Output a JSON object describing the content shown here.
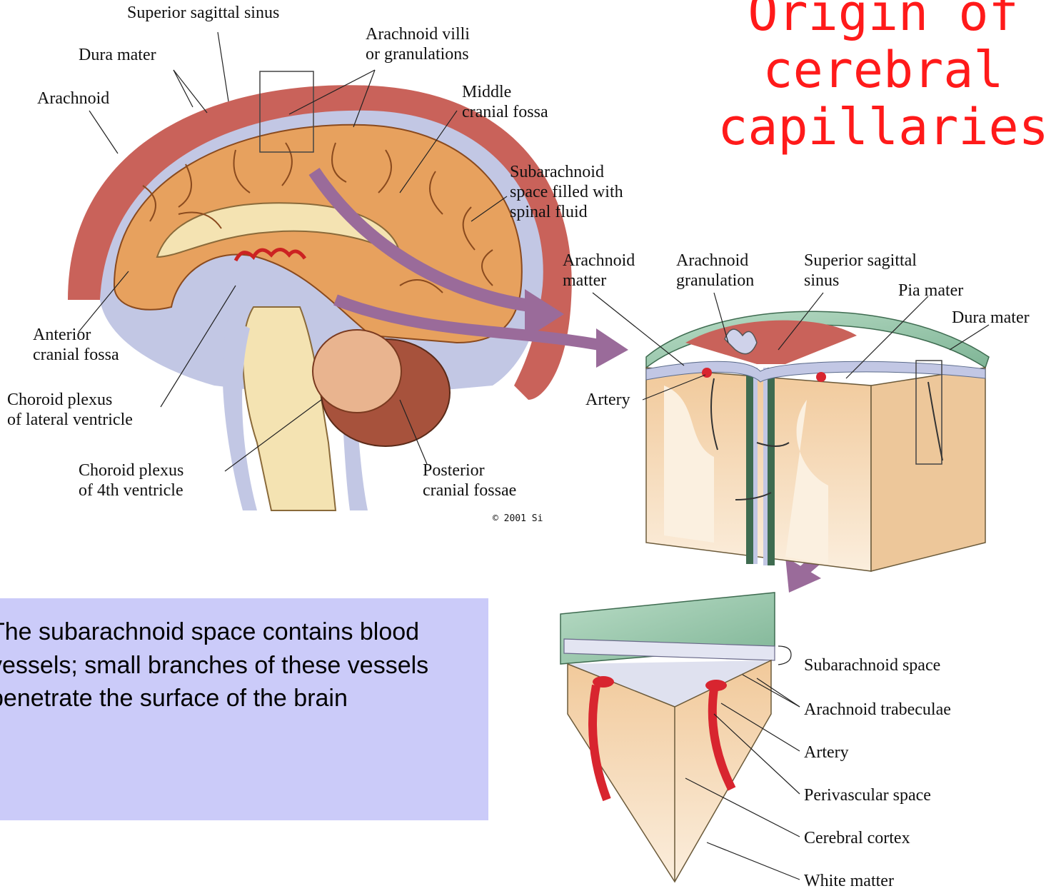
{
  "title": {
    "line1": "Origin of",
    "line2": "cerebral",
    "line3": "capillaries"
  },
  "brain_labels": {
    "superior_sagittal_sinus": "Superior sagittal sinus",
    "dura_mater": "Dura mater",
    "arachnoid": "Arachnoid",
    "arachnoid_villi_1": "Arachnoid villi",
    "arachnoid_villi_2": "or granulations",
    "middle_fossa_1": "Middle",
    "middle_fossa_2": "cranial fossa",
    "subarachnoid_1": "Subarachnoid",
    "subarachnoid_2": "space filled with",
    "subarachnoid_3": "spinal fluid",
    "anterior_fossa_1": "Anterior",
    "anterior_fossa_2": "cranial fossa",
    "choroid_lateral_1": "Choroid plexus",
    "choroid_lateral_2": "of lateral ventricle",
    "choroid_4th_1": "Choroid plexus",
    "choroid_4th_2": "of 4th ventricle",
    "posterior_fossae_1": "Posterior",
    "posterior_fossae_2": "cranial fossae",
    "copyright": "© 2001 Si"
  },
  "section_labels": {
    "arachnoid_matter_1": "Arachnoid",
    "arachnoid_matter_2": "matter",
    "arachnoid_granulation_1": "Arachnoid",
    "arachnoid_granulation_2": "granulation",
    "superior_sinus_1": "Superior sagittal",
    "superior_sinus_2": "sinus",
    "pia_mater": "Pia mater",
    "dura_mater": "Dura mater",
    "artery": "Artery"
  },
  "detail_labels": {
    "subarachnoid_space": "Subarachnoid space",
    "arachnoid_trabeculae": "Arachnoid trabeculae",
    "artery": "Artery",
    "perivascular_space": "Perivascular space",
    "cerebral_cortex": "Cerebral cortex",
    "white_matter": "White matter"
  },
  "note": {
    "text": "The subarachnoid space contains blood vessels; small branches of these vessels penetrate the surface of the brain"
  },
  "colors": {
    "title": "#ff1a1a",
    "note_background": "#cbcbf9",
    "dura": "#c9625a",
    "arachnoid_layer": "#c2c7e4",
    "cortex": "#e7a15e",
    "brainstem": "#f4e3b2",
    "pia_green": "#8fc6a4",
    "arrow": "#9a6b9a",
    "artery": "#d8252f"
  }
}
